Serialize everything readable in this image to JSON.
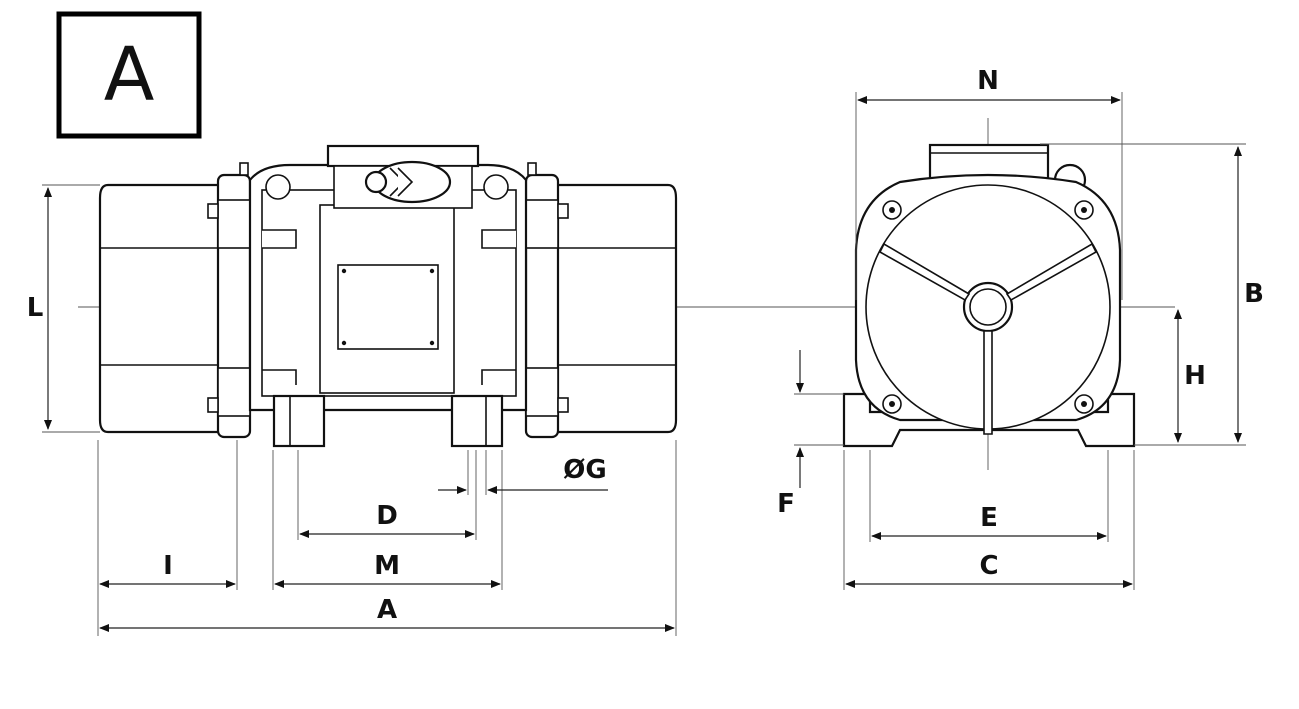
{
  "drawing": {
    "variant_tag": "A",
    "dimensions": {
      "N": "N",
      "B": "B",
      "L": "L",
      "H": "H",
      "G": "ØG",
      "F": "F",
      "D": "D",
      "E": "E",
      "I": "I",
      "M": "M",
      "C": "C",
      "A": "A"
    }
  },
  "colors": {
    "line": "#111111",
    "background": "#ffffff"
  }
}
